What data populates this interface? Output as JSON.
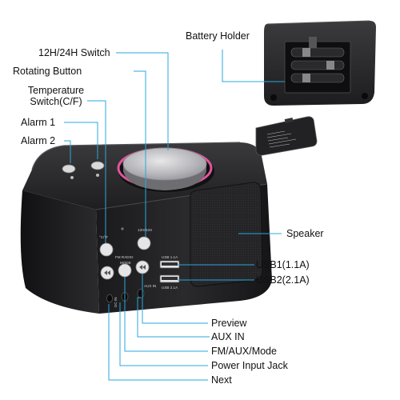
{
  "colors": {
    "callout_line": "#2aa7dc",
    "device_body": "#1b1b1d",
    "knob_ring": "#e0559a"
  },
  "labels": {
    "switch_12h24h": "12H/24H Switch",
    "rotating_button": "Rotating Button",
    "temperature_switch": "Temperature Switch(C/F)",
    "alarm_1": "Alarm 1",
    "alarm_2": "Alarm 2",
    "battery_holder": "Battery Holder",
    "speaker": "Speaker",
    "usb1": "USB1(1.1A)",
    "usb2": "USB2(2.1A)",
    "preview": "Preview",
    "aux_in": "AUX IN",
    "fm_aux_mode": "FM/AUX/Mode",
    "power_input_jack": "Power Input Jack",
    "next": "Next"
  },
  "device_printing": {
    "temp_key": "°C/°F",
    "hour_key": "12H/24H",
    "fm_radio": "FM RADIO",
    "mode": "MODE",
    "usb_1_1a": "USB 1.1A",
    "usb_2_1a": "USB 2.1A",
    "aux_in": "AUX IN",
    "dc_in": "DC IN"
  }
}
